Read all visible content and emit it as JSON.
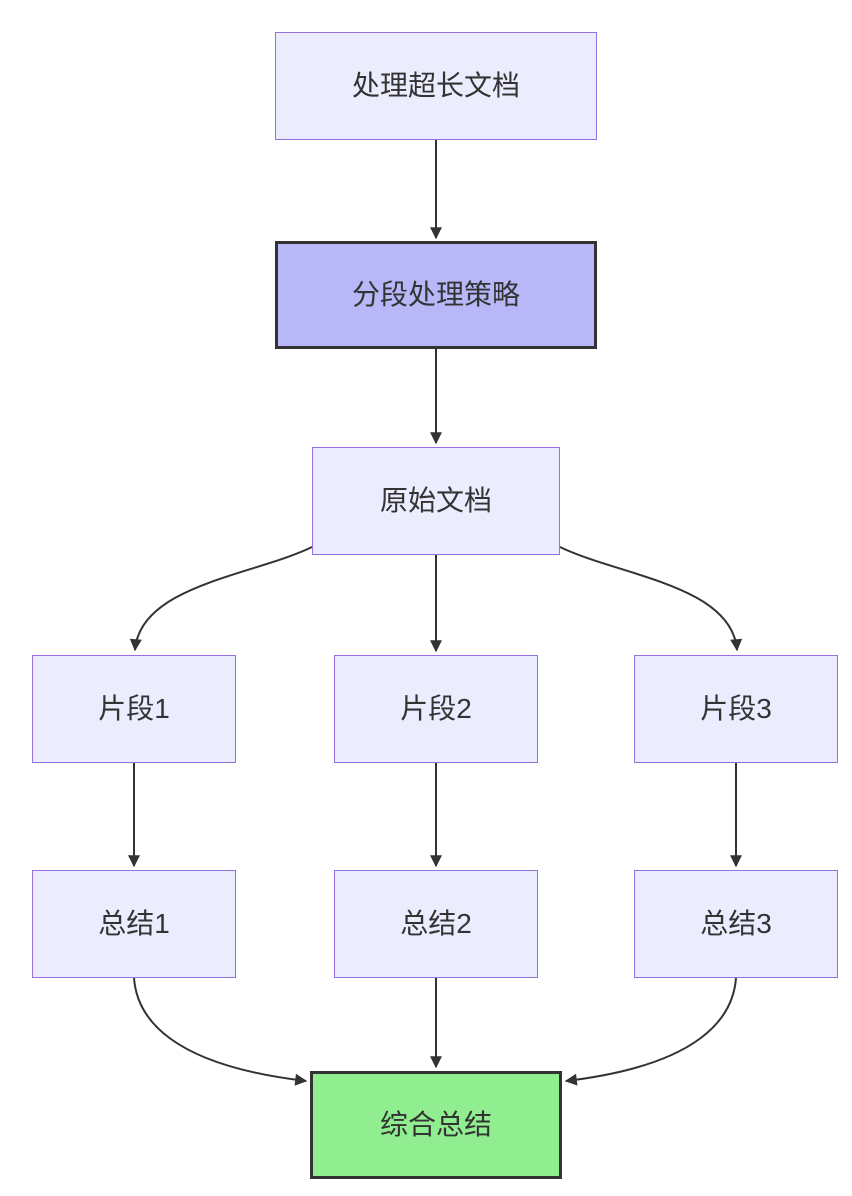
{
  "diagram": {
    "type": "flowchart",
    "direction": "top-down",
    "colors": {
      "background": "#ffffff",
      "node_fill": "#ECECFF",
      "node_border": "#9370DB",
      "highlight_fill": "#B8B8F8",
      "highlight_border": "#333333",
      "success_fill": "#90EE90",
      "success_border": "#333333",
      "edge": "#333333",
      "text": "#333333"
    },
    "nodes": [
      {
        "id": "A",
        "label": "处理超长文档",
        "style": "default"
      },
      {
        "id": "B",
        "label": "分段处理策略",
        "style": "highlight"
      },
      {
        "id": "C",
        "label": "原始文档",
        "style": "default"
      },
      {
        "id": "D1",
        "label": "片段1",
        "style": "default"
      },
      {
        "id": "D2",
        "label": "片段2",
        "style": "default"
      },
      {
        "id": "D3",
        "label": "片段3",
        "style": "default"
      },
      {
        "id": "E1",
        "label": "总结1",
        "style": "default"
      },
      {
        "id": "E2",
        "label": "总结2",
        "style": "default"
      },
      {
        "id": "E3",
        "label": "总结3",
        "style": "default"
      },
      {
        "id": "F",
        "label": "综合总结",
        "style": "success"
      }
    ],
    "edges": [
      {
        "from": "处理超长文档",
        "to": "分段处理策略"
      },
      {
        "from": "分段处理策略",
        "to": "原始文档"
      },
      {
        "from": "原始文档",
        "to": "片段1"
      },
      {
        "from": "原始文档",
        "to": "片段2"
      },
      {
        "from": "原始文档",
        "to": "片段3"
      },
      {
        "from": "片段1",
        "to": "总结1"
      },
      {
        "from": "片段2",
        "to": "总结2"
      },
      {
        "from": "片段3",
        "to": "总结3"
      },
      {
        "from": "总结1",
        "to": "综合总结"
      },
      {
        "from": "总结2",
        "to": "综合总结"
      },
      {
        "from": "总结3",
        "to": "综合总结"
      }
    ]
  }
}
